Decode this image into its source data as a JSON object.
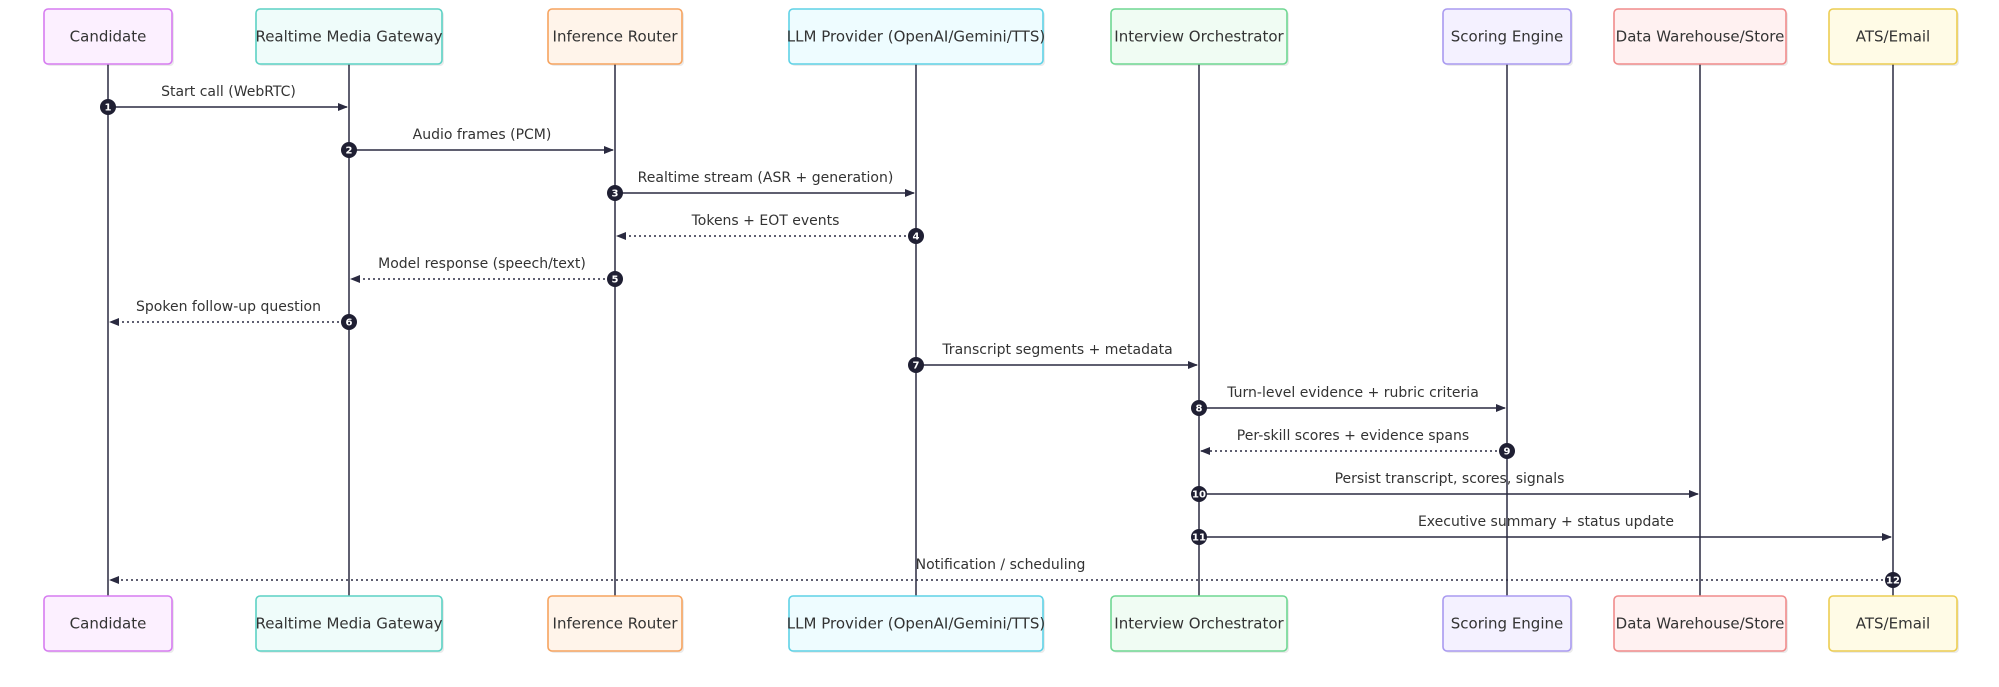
{
  "actors": [
    {
      "id": "candidate",
      "label": "Candidate",
      "border": "#d67cf0",
      "fill": "#fcf0ff"
    },
    {
      "id": "gateway",
      "label": "Realtime Media Gateway",
      "border": "#5cd1c4",
      "fill": "#effcfa"
    },
    {
      "id": "router",
      "label": "Inference Router",
      "border": "#f6a35f",
      "fill": "#fff4ea"
    },
    {
      "id": "llm",
      "label": "LLM Provider (OpenAI/Gemini/TTS)",
      "border": "#5fd2e6",
      "fill": "#eefcff"
    },
    {
      "id": "orchestrator",
      "label": "Interview Orchestrator",
      "border": "#6fd792",
      "fill": "#f0fcf3"
    },
    {
      "id": "scoring",
      "label": "Scoring Engine",
      "border": "#a99af0",
      "fill": "#f4f1ff"
    },
    {
      "id": "warehouse",
      "label": "Data Warehouse/Store",
      "border": "#f08b8b",
      "fill": "#fff1f1"
    },
    {
      "id": "ats",
      "label": "ATS/Email",
      "border": "#eccd52",
      "fill": "#fffbe6"
    }
  ],
  "messages": [
    {
      "n": "1",
      "from": "candidate",
      "to": "gateway",
      "label": "Start call (WebRTC)",
      "style": "solid"
    },
    {
      "n": "2",
      "from": "gateway",
      "to": "router",
      "label": "Audio frames (PCM)",
      "style": "solid"
    },
    {
      "n": "3",
      "from": "router",
      "to": "llm",
      "label": "Realtime stream (ASR + generation)",
      "style": "solid"
    },
    {
      "n": "4",
      "from": "llm",
      "to": "router",
      "label": "Tokens + EOT events",
      "style": "dotted"
    },
    {
      "n": "5",
      "from": "router",
      "to": "gateway",
      "label": "Model response (speech/text)",
      "style": "dotted"
    },
    {
      "n": "6",
      "from": "gateway",
      "to": "candidate",
      "label": "Spoken follow-up question",
      "style": "dotted"
    },
    {
      "n": "7",
      "from": "llm",
      "to": "orchestrator",
      "label": "Transcript segments + metadata",
      "style": "solid"
    },
    {
      "n": "8",
      "from": "orchestrator",
      "to": "scoring",
      "label": "Turn-level evidence + rubric criteria",
      "style": "solid"
    },
    {
      "n": "9",
      "from": "scoring",
      "to": "orchestrator",
      "label": "Per-skill scores + evidence spans",
      "style": "dotted"
    },
    {
      "n": "10",
      "from": "orchestrator",
      "to": "warehouse",
      "label": "Persist transcript, scores, signals",
      "style": "solid"
    },
    {
      "n": "11",
      "from": "orchestrator",
      "to": "ats",
      "label": "Executive summary + status update",
      "style": "solid"
    },
    {
      "n": "12",
      "from": "ats",
      "to": "candidate",
      "label": "Notification / scheduling",
      "style": "dotted"
    }
  ],
  "colors": {
    "line": "#2a2a40",
    "badge": "#1f1f33",
    "text": "#333333"
  }
}
